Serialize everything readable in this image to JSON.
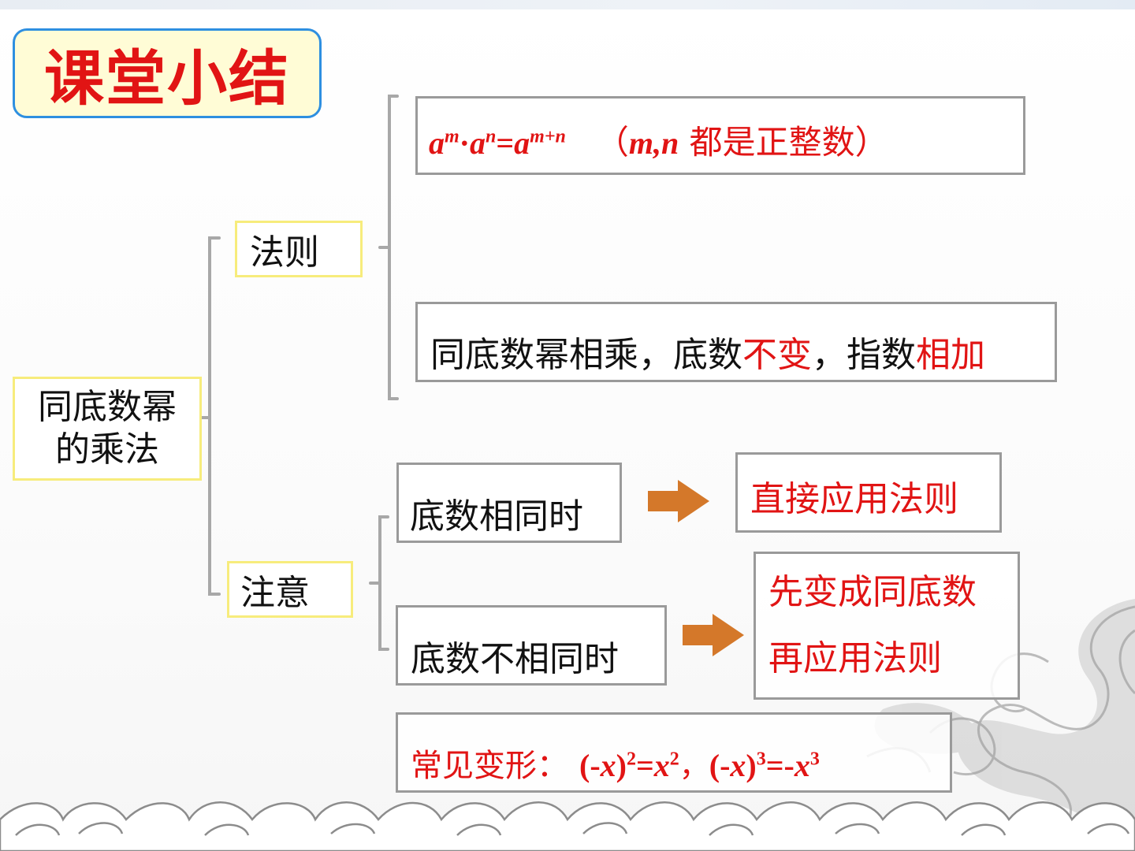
{
  "title": "课堂小结",
  "root_label": [
    "同底数幂",
    "的乘法"
  ],
  "branches": {
    "rule": "法则",
    "attention": "注意"
  },
  "rule_formula": {
    "base1": "a",
    "exp1": "m",
    "dot": "·",
    "base2": "a",
    "exp2": "n",
    "eq": "=",
    "base3": "a",
    "exp3": "m+n",
    "cond_open": "（",
    "cond_vars": "m,n",
    "cond_text": " 都是正整数）"
  },
  "rule_text": {
    "part1": "同底数幂相乘，底数",
    "part2": "不变",
    "part3": "，指数",
    "part4": "相加"
  },
  "cases": [
    {
      "condition": "底数相同时",
      "result": [
        "直接应用法则"
      ]
    },
    {
      "condition": "底数不相同时",
      "result": [
        "先变成同底数",
        "再应用法则"
      ]
    }
  ],
  "common_transforms": {
    "label": "常见变形：",
    "f1_open": "(-",
    "f1_var": "x",
    "f1_close": ")",
    "f1_exp": "2",
    "f1_eq": "=",
    "f1_rhs": "x",
    "f1_rhs_exp": "2",
    "sep": "，",
    "f2_open": "(-",
    "f2_var": "x",
    "f2_close": ")",
    "f2_exp": "3",
    "f2_eq": "=-",
    "f2_rhs": "x",
    "f2_rhs_exp": "3"
  },
  "colors": {
    "accent_red": "#e11414",
    "arrow_orange": "#d4782a",
    "title_border": "#2e8fe0",
    "title_fill": "#fffcd6",
    "yellow_border": "#f7ec7c",
    "grey_border": "#9a9a9a"
  }
}
